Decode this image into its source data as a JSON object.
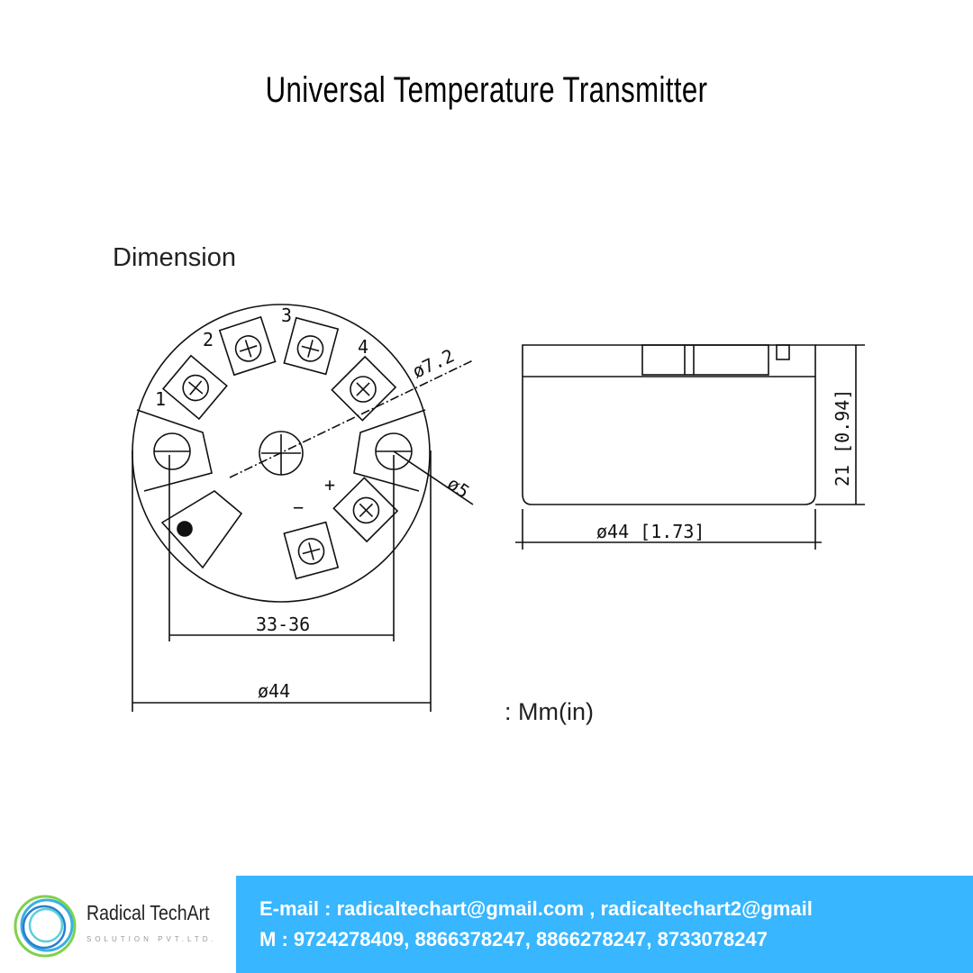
{
  "title": "Universal Temperature Transmitter",
  "section_label": "Dimension",
  "drawing": {
    "terminal_labels": [
      "1",
      "2",
      "3",
      "4"
    ],
    "dim_center_hole": "ø7.2",
    "dim_mount_hole": "ø5",
    "dim_hole_spacing": "33-36",
    "dim_diameter": "ø44",
    "side_height": "21 [0.94]",
    "side_diameter": "ø44 [1.73]",
    "polarity_minus": "−",
    "polarity_plus": "+"
  },
  "units_label": ": Mm(in)",
  "footer": {
    "email": "E-mail : radicaltechart@gmail.com , radicaltechart2@gmail",
    "phones": "M : 9724278409, 8866378247, 8866278247, 8733078247",
    "bg_color": "#38b6ff"
  },
  "logo": {
    "name": "Radical TechArt",
    "subtitle": "SOLUTION PVT.LTD."
  }
}
